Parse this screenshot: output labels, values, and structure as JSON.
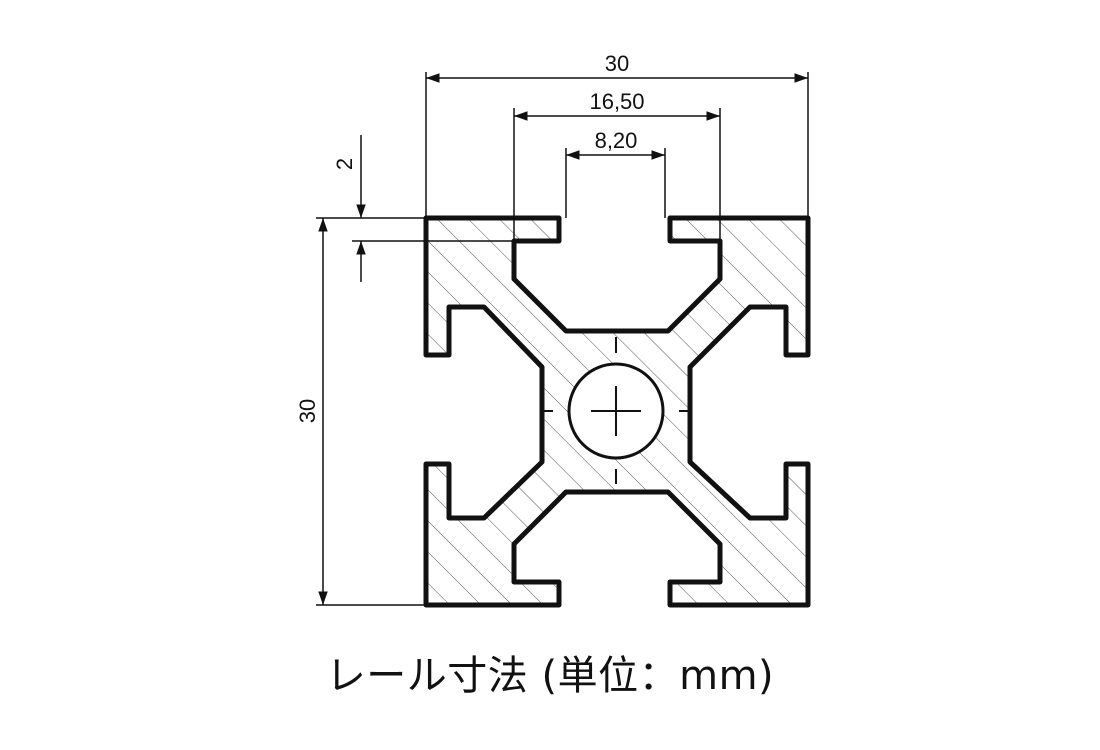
{
  "dimensions": {
    "overall_width": "30",
    "groove_outer_width": "16,50",
    "slot_opening_width": "8,20",
    "wall_thickness": "2",
    "overall_height": "30"
  },
  "caption": "レール寸法 (単位：mm)",
  "colors": {
    "line": "#111111",
    "hatch": "#555555",
    "background": "#ffffff"
  }
}
